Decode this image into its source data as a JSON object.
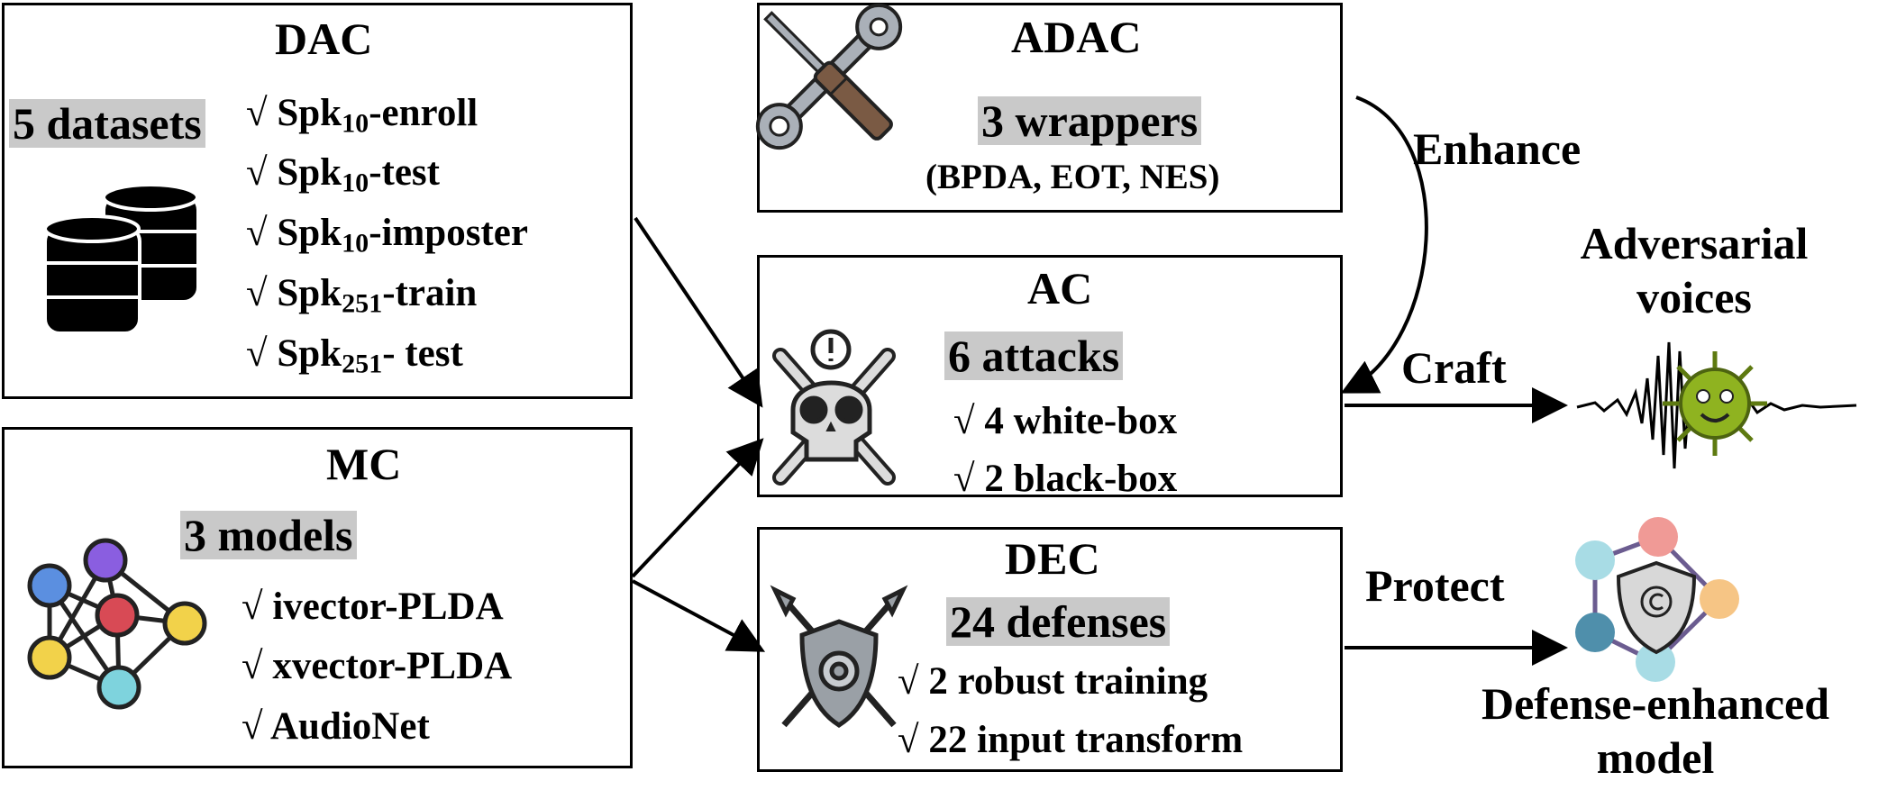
{
  "dac": {
    "title": "DAC",
    "highlight": "5 datasets",
    "items": [
      {
        "prefix": "√ Spk",
        "sub": "10",
        "suffix": "-enroll"
      },
      {
        "prefix": "√ Spk",
        "sub": "10",
        "suffix": "-test"
      },
      {
        "prefix": "√ Spk",
        "sub": "10",
        "suffix": "-imposter"
      },
      {
        "prefix": "√ Spk",
        "sub": "251",
        "suffix": "-train"
      },
      {
        "prefix": "√ Spk",
        "sub": "251",
        "suffix": "- test"
      }
    ]
  },
  "mc": {
    "title": "MC",
    "highlight": "3 models",
    "items": [
      "√ ivector-PLDA",
      "√ xvector-PLDA",
      "√ AudioNet"
    ]
  },
  "adac": {
    "title": "ADAC",
    "highlight": "3 wrappers",
    "subtitle": "(BPDA, EOT, NES)"
  },
  "ac": {
    "title": "AC",
    "highlight": "6 attacks",
    "items": [
      "√ 4 white-box",
      "√ 2 black-box"
    ]
  },
  "dec": {
    "title": "DEC",
    "highlight": "24 defenses",
    "items": [
      "√ 2 robust training",
      "√ 22 input transform"
    ]
  },
  "labels": {
    "enhance": "Enhance",
    "craft": "Craft",
    "protect": "Protect",
    "adversarial_line1": "Adversarial",
    "adversarial_line2": "voices",
    "defense_line1": "Defense-enhanced",
    "defense_line2": "model"
  },
  "colors": {
    "highlight": "#c9c9c9",
    "virus": "#8fb320",
    "node_blue": "#5b8fe0",
    "node_purple": "#8a5ee0",
    "node_red": "#d84a55",
    "node_yellow": "#f2d24a",
    "node_cyan": "#7ed3dd",
    "shield_node_pink": "#f09a96",
    "shield_node_orange": "#f6c585",
    "shield_node_teal": "#4f8fab"
  },
  "icons": [
    "database-icon",
    "tools-icon",
    "skull-icon",
    "neural-network-icon",
    "shield-spears-icon",
    "virus-waveform-icon",
    "protected-model-icon"
  ]
}
